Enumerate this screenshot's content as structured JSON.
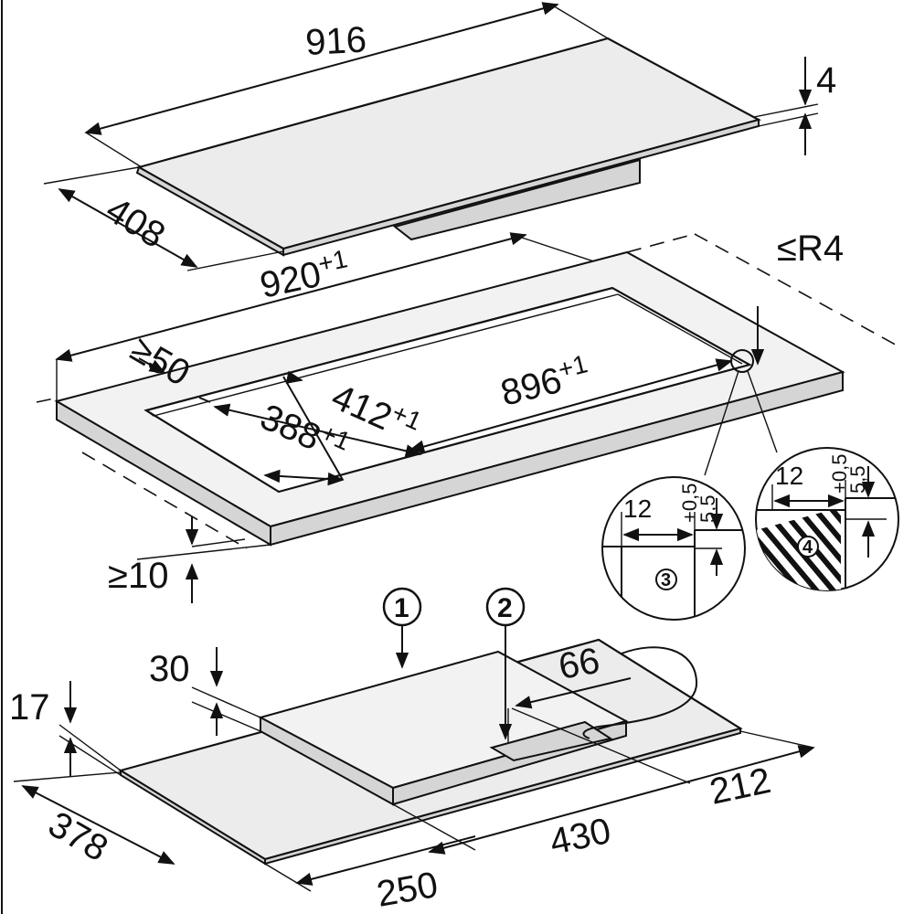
{
  "hob": {
    "width": "916",
    "depth": "408",
    "thickness": "4",
    "overall_width": "920",
    "overall_width_tol": "+1"
  },
  "cutout": {
    "corner_radius": "≤R4",
    "edge_clearance": "≥50",
    "worktop_thickness": "≥10",
    "width": "896",
    "width_tol": "+1",
    "depth_rear": "412",
    "depth_rear_tol": "+1",
    "depth_front": "388",
    "depth_front_tol": "+1"
  },
  "detail_3": {
    "label": "3",
    "width": "12",
    "depth": "5,5",
    "tol": "+0,5"
  },
  "detail_4": {
    "label": "4",
    "width": "12",
    "depth": "5,5",
    "tol": "+0,5"
  },
  "underside": {
    "callout_1": "1",
    "callout_2": "2",
    "dim_30": "30",
    "dim_17": "17",
    "dim_66": "66",
    "dim_378": "378",
    "dim_212": "212",
    "dim_430": "430",
    "dim_250": "250"
  }
}
